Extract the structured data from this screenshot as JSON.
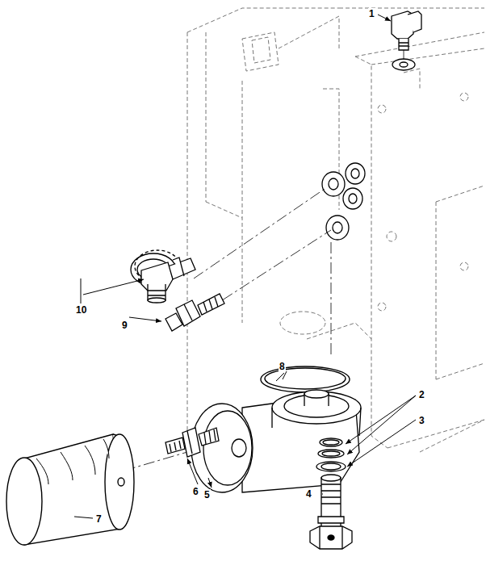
{
  "diagram": {
    "labels": [
      "1",
      "10",
      "9",
      "8",
      "2",
      "3",
      "5",
      "6",
      "4",
      "7"
    ]
  }
}
